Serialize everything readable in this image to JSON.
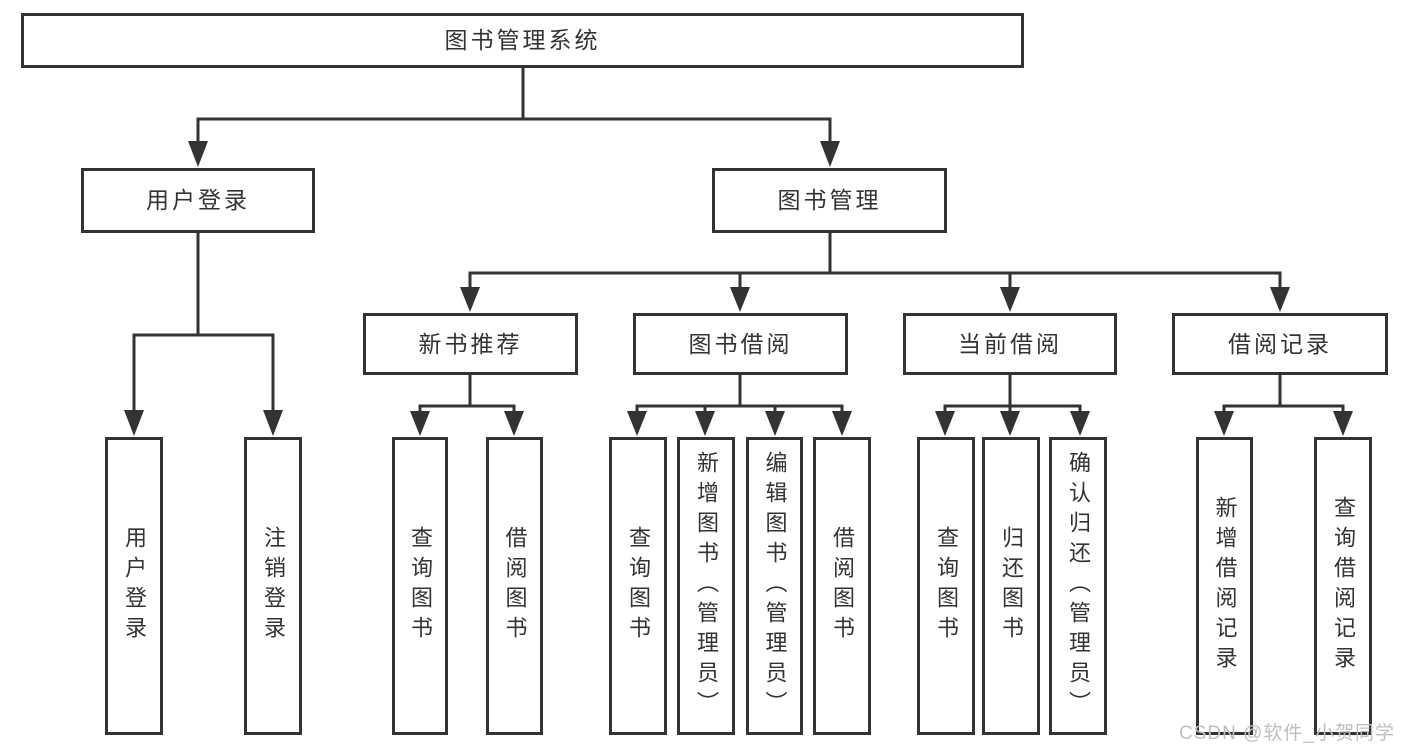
{
  "tree": {
    "root": "图书管理系统",
    "branches": [
      {
        "label": "用户登录",
        "children": [
          "用户登录",
          "注销登录"
        ]
      },
      {
        "label": "图书管理",
        "children": [
          {
            "label": "新书推荐",
            "children": [
              "查询图书",
              "借阅图书"
            ]
          },
          {
            "label": "图书借阅",
            "children": [
              "查询图书",
              "新增图书（管理员）",
              "编辑图书（管理员）",
              "借阅图书"
            ]
          },
          {
            "label": "当前借阅",
            "children": [
              "查询图书",
              "归还图书",
              "确认归还（管理员）"
            ]
          },
          {
            "label": "借阅记录",
            "children": [
              "新增借阅记录",
              "查询借阅记录"
            ]
          }
        ]
      }
    ]
  },
  "watermark": {
    "text": "CSDN @软件_小贺同学",
    "color": "#bfbfbf"
  },
  "colors": {
    "line": "#333333",
    "text": "#333333",
    "background": "#ffffff"
  }
}
